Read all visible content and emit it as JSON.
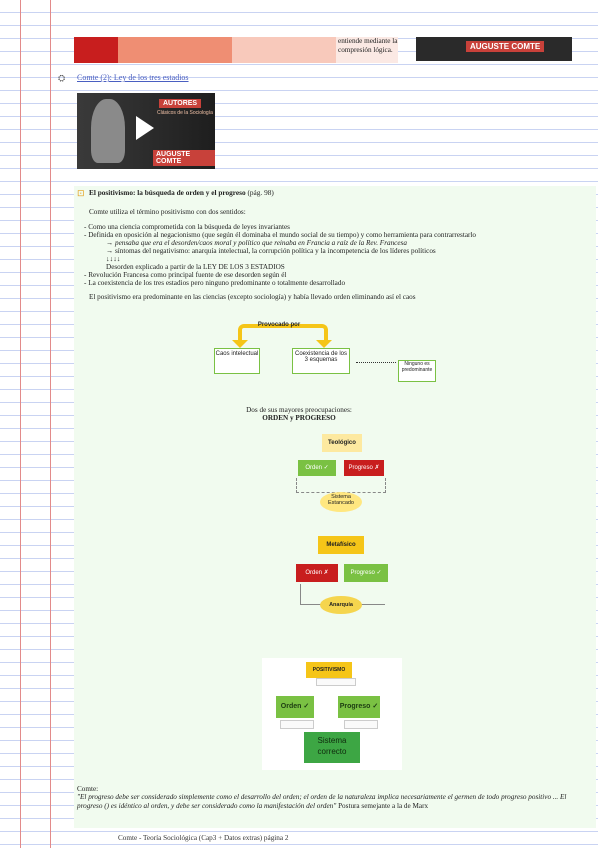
{
  "top_strip": {
    "text": "entiende mediante la compresión lógica.",
    "video_banner": "AUGUSTE COMTE"
  },
  "link_item": {
    "text": "Comte (2): Ley de los tres estadios"
  },
  "video": {
    "banner_top": "AUTORES",
    "banner_sub": "Clásicos de la Sociología",
    "banner_bottom": "AUGUSTE COMTE"
  },
  "section": {
    "heading": "El positivismo: la búsqueda de orden y el progreso",
    "page_ref": "(pág. 98)",
    "intro": "Comte utiliza el término positivismo con dos sentidos:",
    "items": [
      "- Como una ciencia comprometida con la búsqueda de leyes invariantes",
      "- Definida en oposición al negacionismo (que según él dominaba el mundo social de su tiempo) y como herramienta para contrarrestarlo",
      "→ pensaba que era el desorden/caos moral y político que reinaba en Francia a raíz de la Rev. Francesa",
      "→ síntomas del negativismo: anarquía intelectual, la corrupción política y la incompetencia de los líderes políticos",
      "↓↓↓↓",
      "Desorden explicado a partir de la LEY DE LOS 3 ESTADIOS",
      "- Revolución Francesa como principal fuente de ese desorden según él",
      "- La coexistencia de los tres estadios pero ninguno predominante o totalmente desarrollado"
    ],
    "summary": "El positivismo era predominante en las ciencias (excepto sociología) y había llevado orden eliminando así el caos"
  },
  "flowchart": {
    "top": "Provocado por",
    "left": "Caos intelectual",
    "middle": "Coexistencia de los 3 esquemas",
    "right": "Ninguno es predominante"
  },
  "concerns": {
    "line1": "Dos de sus mayores preocupaciones:",
    "line2": "ORDEN y PROGRESO"
  },
  "diagram_theological": {
    "title": "Teológico",
    "orden": "Orden ✓",
    "progreso": "Progreso ✗",
    "oval": "Sistema Estancado"
  },
  "diagram_metaphysical": {
    "title": "Metafísico",
    "orden": "Orden ✗",
    "progreso": "Progreso ✓",
    "oval": "Anarquía"
  },
  "diagram_positive": {
    "title": "POSITIVISMO",
    "orden": "Orden ✓",
    "progreso": "Progreso ✓",
    "result": "Sistema correcto"
  },
  "quote": {
    "label": "Comte:",
    "text": "\"El progreso debe ser considerado simplemente como el desarrollo del orden; el orden de la naturaleza implica necesariamente el germen de todo progreso positivo ... El progreso () es idéntico al orden, y debe ser considerado como la manifestación del orden\"",
    "tail": "Postura semejante a la de Marx"
  },
  "footer": {
    "text": "Comte - Teoría Sociológica (Cap3 + Datos extras) página 2"
  },
  "colors": {
    "red": "#c81e1e",
    "salmon": "#f0a48c",
    "green": "#7ac143",
    "yellow": "#f5c518",
    "dark_green": "#3da644"
  }
}
